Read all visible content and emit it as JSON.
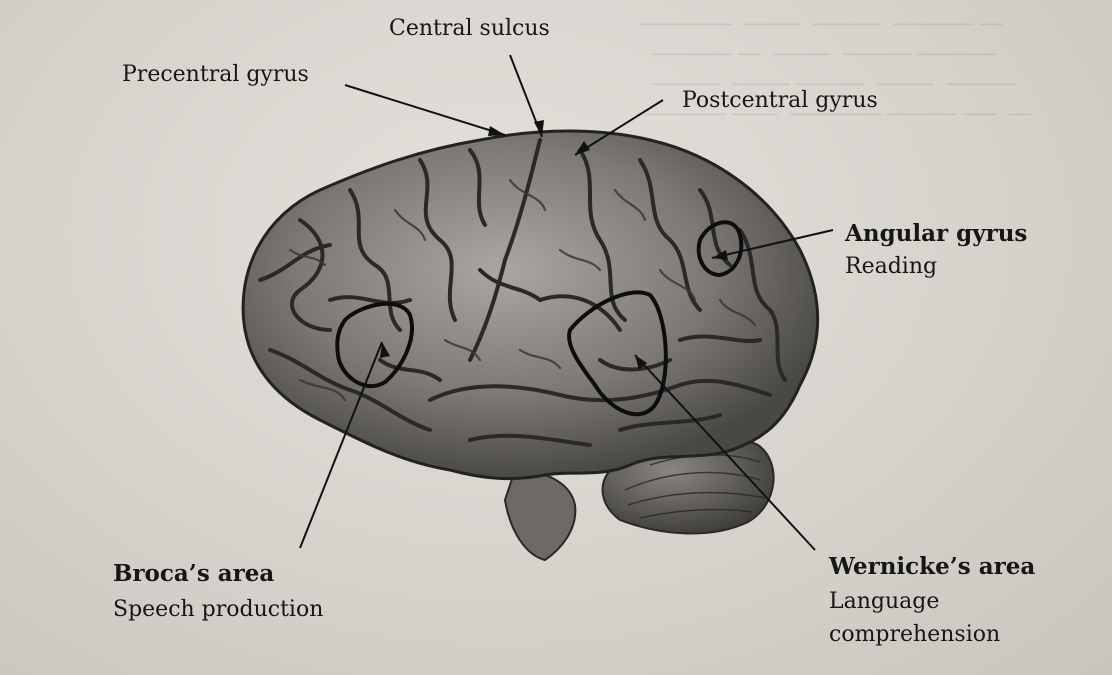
{
  "diagram": {
    "labels": {
      "central_sulcus": "Central sulcus",
      "precentral_gyrus": "Precentral gyrus",
      "postcentral_gyrus": "Postcentral gyrus",
      "angular_gyrus_title": "Angular gyrus",
      "angular_gyrus_desc": "Reading",
      "broca_title": "Broca’s area",
      "broca_desc": "Speech production",
      "wernicke_title": "Wernicke’s area",
      "wernicke_desc_1": "Language",
      "wernicke_desc_2": "comprehension"
    }
  }
}
